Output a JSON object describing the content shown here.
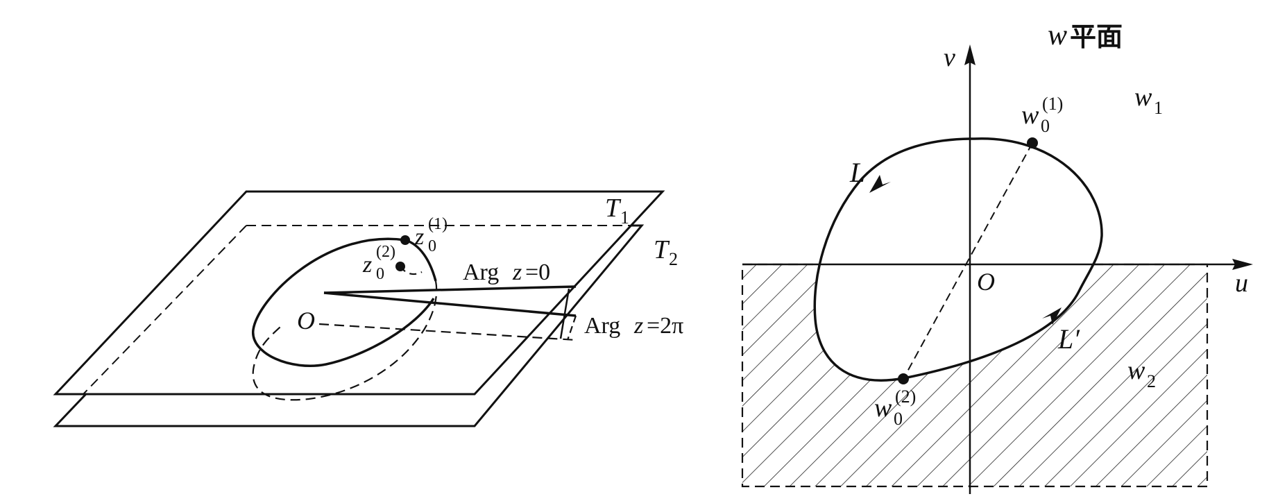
{
  "left_figure": {
    "sheet1_label": "T",
    "sheet1_sub": "1",
    "sheet2_label": "T",
    "sheet2_sub": "2",
    "point1_label": "z",
    "point1_sub": "0",
    "point1_sup": "(1)",
    "point2_label": "z",
    "point2_sub": "0",
    "point2_sup": "(2)",
    "origin_label": "O",
    "arg0_prefix": "Arg ",
    "arg0_var": "z",
    "arg0_value": "=0",
    "arg2pi_prefix": "Arg ",
    "arg2pi_var": "z",
    "arg2pi_value": "=2π"
  },
  "right_figure": {
    "plane_var": "w",
    "plane_text": "平面",
    "v_axis_label": "v",
    "u_axis_label": "u",
    "origin_label": "O",
    "region1_label": "w",
    "region1_sub": "1",
    "region2_label": "w",
    "region2_sub": "2",
    "point1_label": "w",
    "point1_sub": "0",
    "point1_sup": "(1)",
    "point2_label": "w",
    "point2_sub": "0",
    "point2_sup": "(2)",
    "curve_label": "L",
    "curve_prime_label": "L′"
  }
}
